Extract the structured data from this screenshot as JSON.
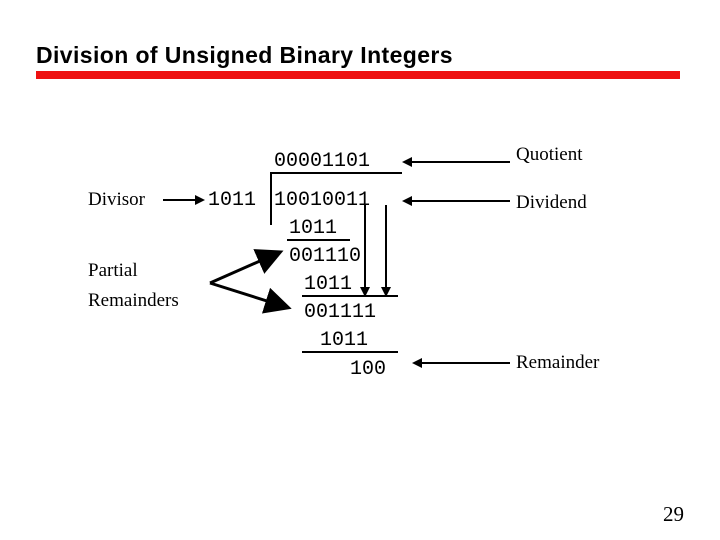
{
  "slide": {
    "title": "Division of Unsigned Binary Integers",
    "page_number": "29",
    "rule_color": "#ee1111",
    "background": "#ffffff"
  },
  "division": {
    "quotient": "00001101",
    "divisor": "1011",
    "dividend": "10010011",
    "steps": [
      {
        "subtrahend": "1011",
        "remainder": "001110"
      },
      {
        "subtrahend": "1011",
        "remainder": "001111"
      },
      {
        "subtrahend": "1011",
        "remainder": "100"
      }
    ],
    "partial_remainders": [
      "001110",
      "001111"
    ],
    "final_remainder": "100"
  },
  "callouts": {
    "divisor_label": "Divisor",
    "partial_label_line1": "Partial",
    "partial_label_line2": "Remainders",
    "quotient_label": "Quotient",
    "dividend_label": "Dividend",
    "remainder_label": "Remainder"
  }
}
